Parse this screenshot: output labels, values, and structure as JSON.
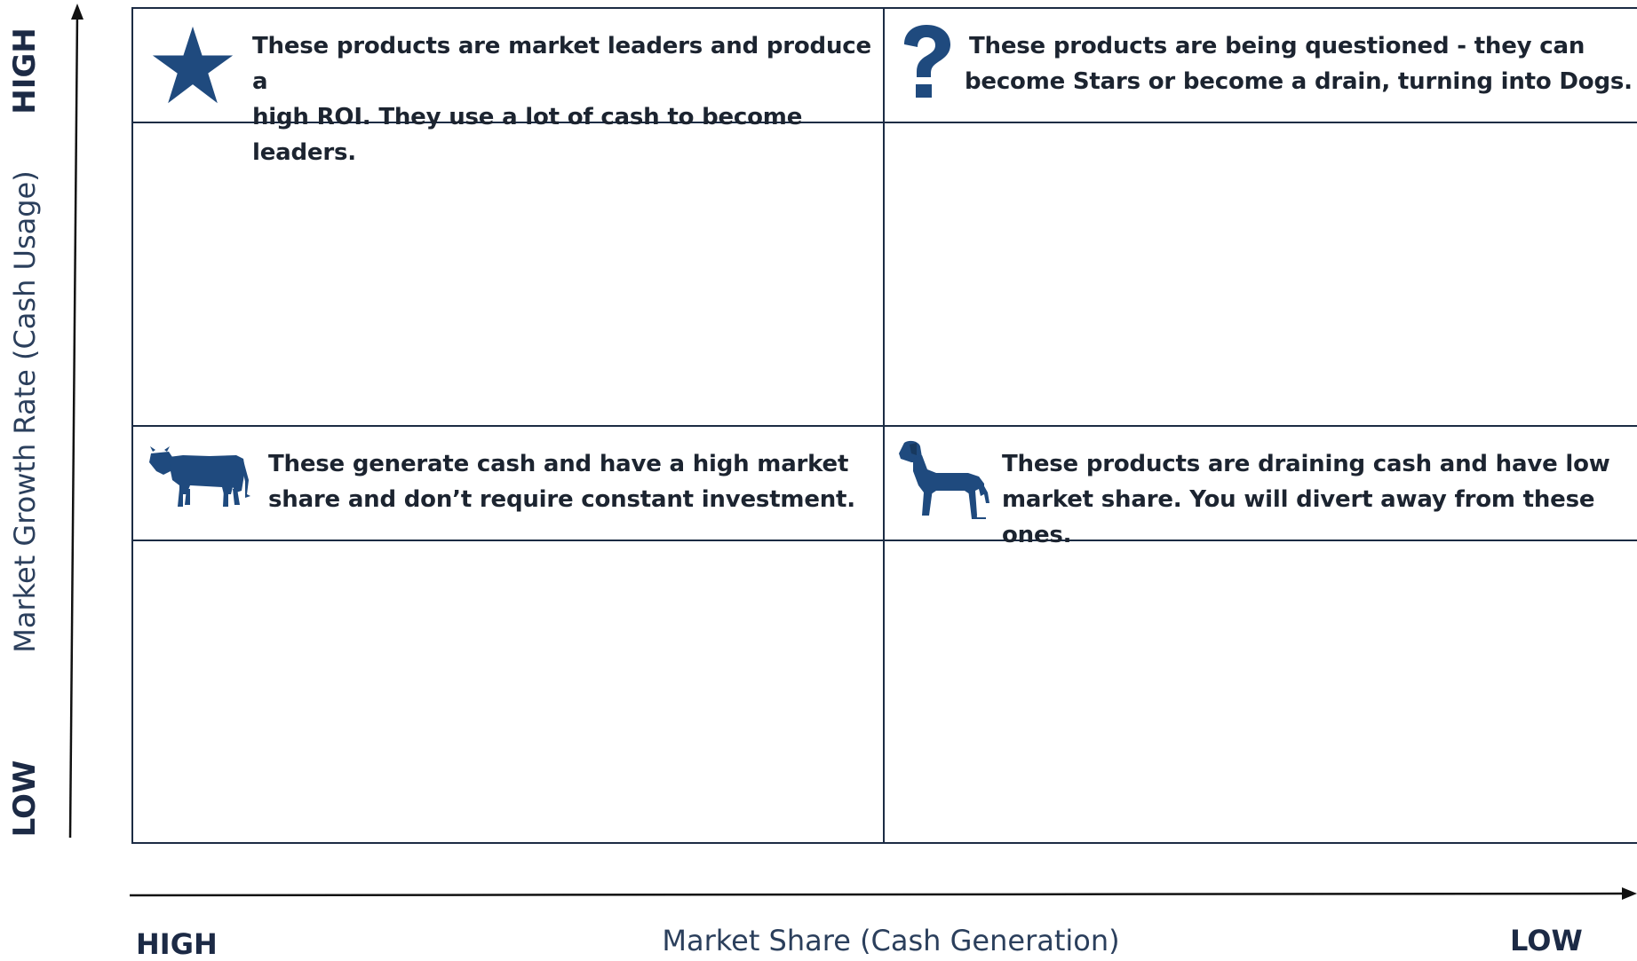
{
  "axes": {
    "y_label": "Market Growth Rate (Cash Usage)",
    "y_high": "HIGH",
    "y_low": "LOW",
    "x_label": "Market Share (Cash Generation)",
    "x_high": "HIGH",
    "x_low": "LOW"
  },
  "quadrants": {
    "star": {
      "icon": "star-icon",
      "line1": "These products are market leaders and produce a",
      "line2": "high ROI. They use a lot of cash to become leaders."
    },
    "question": {
      "icon": "question-mark-icon",
      "line1": "These products are being questioned - they can",
      "line2": "become Stars or become a drain, turning into Dogs."
    },
    "cow": {
      "icon": "cow-icon",
      "line1": "These generate cash and have a high market",
      "line2": "share and don’t require constant investment."
    },
    "dog": {
      "icon": "dog-icon",
      "line1": "These products are draining cash and have low",
      "line2": "market share. You will divert away from these ones."
    }
  },
  "colors": {
    "icon": "#1f4a7e",
    "line": "#1c2c44",
    "text": "#1c2430"
  }
}
